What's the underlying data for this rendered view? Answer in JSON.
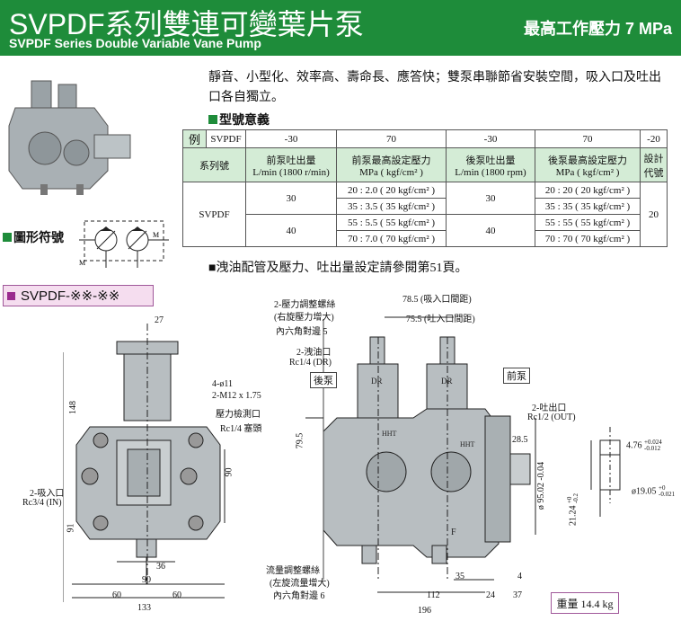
{
  "header": {
    "title_main": "SVPDF系列雙連可變葉片泵",
    "title_sub": "SVPDF Series Double Variable Vane Pump",
    "pressure": "最高工作壓力  7 MPa"
  },
  "description": "靜音、小型化、效率高、壽命長、應答快；雙泵串聯節省安裝空間，吸入口及吐出口各自獨立。",
  "section_model": "型號意義",
  "section_symbol": "圖形符號",
  "spec_table": {
    "ex": "例",
    "row_ex": [
      "SVPDF",
      "-30",
      "70",
      "-30",
      "70",
      "-20"
    ],
    "series": "系列號",
    "h_front_flow": "前泵吐出量",
    "h_front_flow_unit": "L/min (1800 r/min)",
    "h_front_press": "前泵最高設定壓力",
    "h_front_press_unit": "MPa ( kgf/cm² )",
    "h_rear_flow": "後泵吐出量",
    "h_rear_flow_unit": "L/min (1800 rpm)",
    "h_rear_press": "後泵最高設定壓力",
    "h_rear_press_unit": "MPa ( kgf/cm² )",
    "h_design": "設計",
    "h_design2": "代號",
    "series_val": "SVPDF",
    "flow_vals": [
      "30",
      "40"
    ],
    "front_press_vals": [
      "20 : 2.0 ( 20 kgf/cm² )",
      "35 : 3.5 ( 35 kgf/cm² )",
      "55 : 5.5 ( 55 kgf/cm² )",
      "70 : 7.0 ( 70 kgf/cm² )"
    ],
    "rear_flow_vals": [
      "30",
      "40"
    ],
    "rear_press_vals": [
      "20 : 20 ( 20 kgf/cm² )",
      "35 : 35 ( 35 kgf/cm² )",
      "55 : 55 ( 55 kgf/cm² )",
      "70 : 70 ( 70 kgf/cm² )"
    ],
    "design_val": "20"
  },
  "note": "■洩油配管及壓力、吐出量設定請參閱第51頁。",
  "model_label": "SVPDF-※※-※※",
  "weight": "重量 14.4 kg",
  "labels": {
    "l_4011": "4-ø11",
    "l_m12": "2-M12 x 1.75",
    "l_gauge": "壓力檢測口",
    "l_rc14plug": "Rc1/4 塞頭",
    "l_inlet": "2-吸入口",
    "l_inlet_rc": "Rc3/4 (IN)",
    "l_press_screw": "2-壓力調整螺絲",
    "l_press_screw2": "(右旋壓力增大)",
    "l_hex5": "內六角對邊 5",
    "l_drain": "2-洩油口",
    "l_drain_rc": "Rc1/4 (DR)",
    "l_rear": "後泵",
    "l_front": "前泵",
    "l_outlet": "2-吐出口",
    "l_outlet_rc": "Rc1/2 (OUT)",
    "l_flow_screw": "流量調整螺絲",
    "l_flow_screw2": "(左旋流量增大)",
    "l_hex6": "內六角對邊 6",
    "l_inlet_dist": "78.5 (吸入口間距)",
    "l_outlet_dist": "75.5 (吐入口間距)",
    "dr": "DR",
    "hht": "HHT",
    "f": "F",
    "m": "M"
  },
  "dims": {
    "d27": "27",
    "d148": "148",
    "d90v": "90",
    "d91": "91",
    "d36": "36",
    "d90h": "90",
    "d60a": "60",
    "d60b": "60",
    "d133": "133",
    "d795": "79.5",
    "d285": "28.5",
    "d95": "ø 95.02",
    "d95tol": "-0.04",
    "d35": "35",
    "d4": "4",
    "d112": "112",
    "d24": "24",
    "d37": "37",
    "d196": "196",
    "d476": "4.76",
    "d476tol_up": "+0.024",
    "d476tol_dn": "-0.012",
    "d1905": "ø19.05",
    "d1905tol_up": "+0",
    "d1905tol_dn": "-0.021",
    "d2124": "21.24",
    "d2124tol_up": "+0",
    "d2124tol_dn": "-0.2"
  }
}
